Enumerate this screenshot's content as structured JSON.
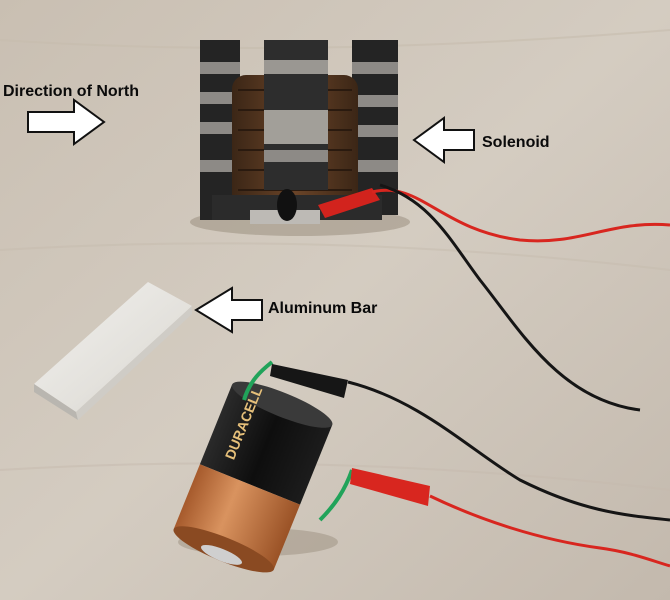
{
  "labels": {
    "north": "Direction of North",
    "solenoid": "Solenoid",
    "aluminum_bar": "Aluminum Bar"
  },
  "battery": {
    "brand": "DURACELL"
  },
  "colors": {
    "table": "#cfc6bb",
    "tape": "#2a2a2a",
    "copper_coil": "#5a3a22",
    "red_wire": "#d8261f",
    "black_wire": "#151515",
    "aluminum": "#e9e8e4",
    "battery_copper": "#c77a45",
    "arrow_outline": "#111111"
  }
}
